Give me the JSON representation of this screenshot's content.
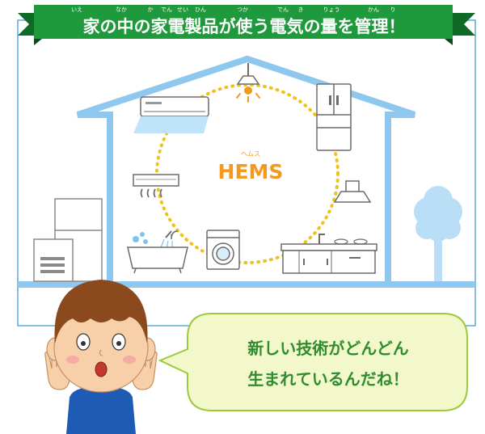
{
  "banner": {
    "title": "家の中の家電製品が使う電気の量を管理！",
    "ruby": [
      "いえ",
      "なか",
      "か",
      "でん",
      "せい",
      "ひん",
      "つか",
      "でん",
      "き",
      "りょう",
      "かん",
      "り"
    ],
    "color": "#1e9a3c",
    "dark_color": "#0f6a28"
  },
  "hems": {
    "label": "HEMS",
    "ruby": "ヘムス",
    "color": "#f39a1e"
  },
  "speech": {
    "line1": "新しい技術がどんどん",
    "line2": "生まれているんだね！",
    "text_color": "#2f8c2f",
    "fill": "#f2f8c9",
    "stroke": "#9cc83c"
  },
  "colors": {
    "house_line": "#8ec8ef",
    "frame": "#5aa8e0",
    "dot_ring": "#f1c21b",
    "appliance_line": "#6b6b6b"
  },
  "icons": [
    "air-conditioner-icon",
    "ceiling-light-icon",
    "refrigerator-icon",
    "ventilation-fan-icon",
    "range-hood-icon",
    "bathtub-icon",
    "washing-machine-icon",
    "kitchen-counter-icon",
    "tree-icon",
    "neighbor-house-icon",
    "boy-icon"
  ]
}
